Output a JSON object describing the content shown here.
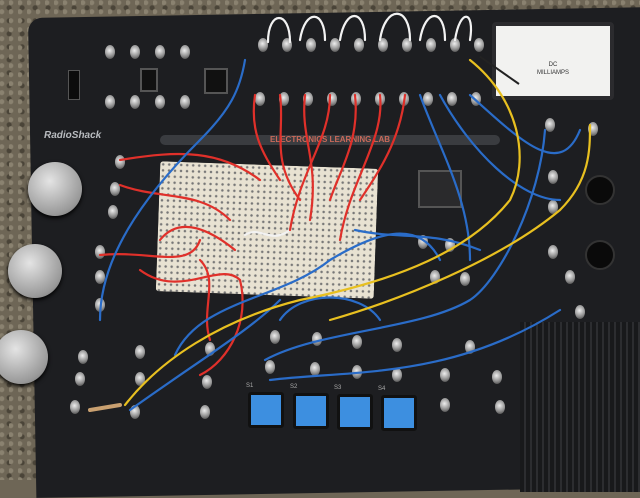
{
  "board": {
    "brand": "RadioShack",
    "title": "ELECTRONICS LEARNING LAB"
  },
  "meter": {
    "unit_line1": "DC",
    "unit_line2": "MILLIAMPS"
  },
  "buttons": [
    {
      "label": "S1"
    },
    {
      "label": "S2"
    },
    {
      "label": "S3"
    },
    {
      "label": "S4"
    }
  ],
  "colors": {
    "board": "#1d1e21",
    "button": "#3d8fe0",
    "wire_red": "#e0302a",
    "wire_blue": "#2a6cc8",
    "wire_yellow": "#e8c020",
    "wire_white": "#f2f2f2",
    "breadboard": "#e8e2d2"
  }
}
